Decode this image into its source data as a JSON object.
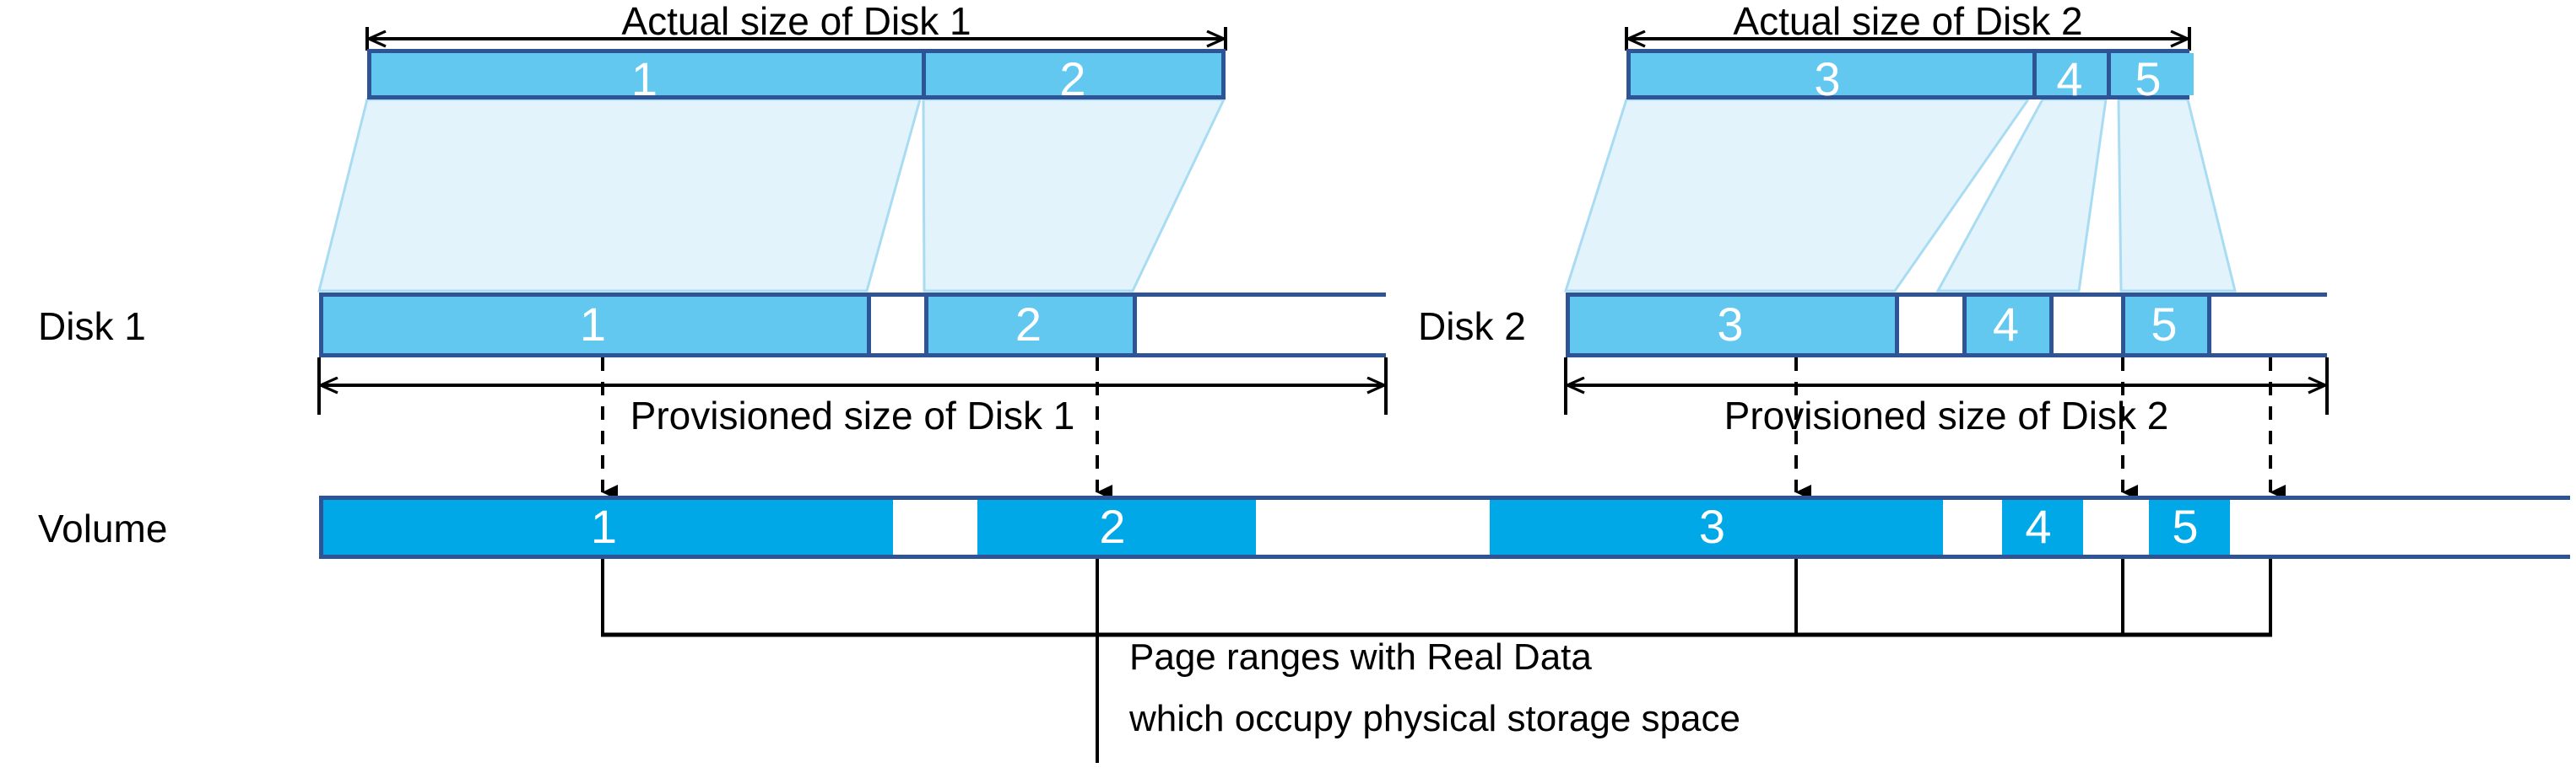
{
  "diagram": {
    "title_hidden": "",
    "colors": {
      "segment_light": "#62C8F0",
      "segment_dark": "#00A8E8",
      "border_blue": "#2E5496",
      "fan_fill": "#E2F3FB",
      "fan_stroke": "#A9DCF3",
      "text_black": "#000000",
      "segment_text": "#FFFFFF"
    },
    "labels": {
      "actual_disk1": "Actual size of Disk 1",
      "actual_disk2": "Actual size of Disk 2",
      "provisioned_disk1": "Provisioned size of Disk 1",
      "provisioned_disk2": "Provisioned size of Disk 2",
      "row_disk1": "Disk 1",
      "row_disk2": "Disk 2",
      "row_volume": "Volume"
    },
    "annotation": {
      "line1": "Page ranges with Real Data",
      "line2": "which occupy physical storage space"
    },
    "disk1_actual_segments": [
      {
        "id": "1",
        "label": "1",
        "filled": true
      },
      {
        "id": "2",
        "label": "2",
        "filled": true
      }
    ],
    "disk2_actual_segments": [
      {
        "id": "3",
        "label": "3",
        "filled": true
      },
      {
        "id": "4",
        "label": "4",
        "filled": true
      },
      {
        "id": "5",
        "label": "5",
        "filled": true
      }
    ],
    "disk1_provisioned_segments": [
      {
        "id": "1",
        "label": "1",
        "filled": true
      },
      {
        "id": "gap1",
        "label": "",
        "filled": false
      },
      {
        "id": "2",
        "label": "2",
        "filled": true
      },
      {
        "id": "gap2",
        "label": "",
        "filled": false
      }
    ],
    "disk2_provisioned_segments": [
      {
        "id": "3",
        "label": "3",
        "filled": true
      },
      {
        "id": "gap1",
        "label": "",
        "filled": false
      },
      {
        "id": "4",
        "label": "4",
        "filled": true
      },
      {
        "id": "gap2",
        "label": "",
        "filled": false
      },
      {
        "id": "5",
        "label": "5",
        "filled": true
      },
      {
        "id": "gap3",
        "label": "",
        "filled": false
      }
    ],
    "volume_segments": [
      {
        "id": "1",
        "label": "1",
        "filled": true
      },
      {
        "id": "gap1",
        "label": "",
        "filled": false
      },
      {
        "id": "2",
        "label": "2",
        "filled": true
      },
      {
        "id": "gap2",
        "label": "",
        "filled": false
      },
      {
        "id": "3",
        "label": "3",
        "filled": true
      },
      {
        "id": "gap3",
        "label": "",
        "filled": false
      },
      {
        "id": "4",
        "label": "4",
        "filled": true
      },
      {
        "id": "gap4",
        "label": "",
        "filled": false
      },
      {
        "id": "5",
        "label": "5",
        "filled": true
      },
      {
        "id": "gap5",
        "label": "",
        "filled": false
      }
    ]
  }
}
